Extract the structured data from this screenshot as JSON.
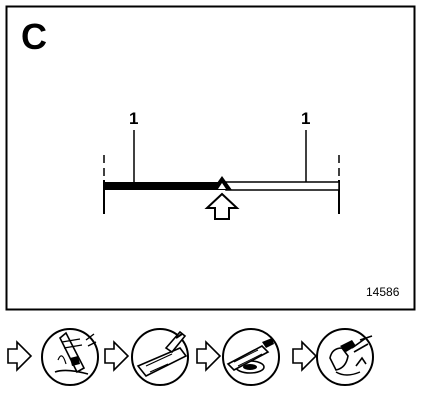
{
  "panel": {
    "letter": "C",
    "figure_number": "14586"
  },
  "callouts": {
    "left_label": "1",
    "right_label": "1"
  },
  "procedure_steps": [
    {
      "icon": "grinder-sanding-icon"
    },
    {
      "icon": "scraper-blade-icon"
    },
    {
      "icon": "polisher-disc-icon"
    },
    {
      "icon": "spray-bottle-icon"
    }
  ]
}
